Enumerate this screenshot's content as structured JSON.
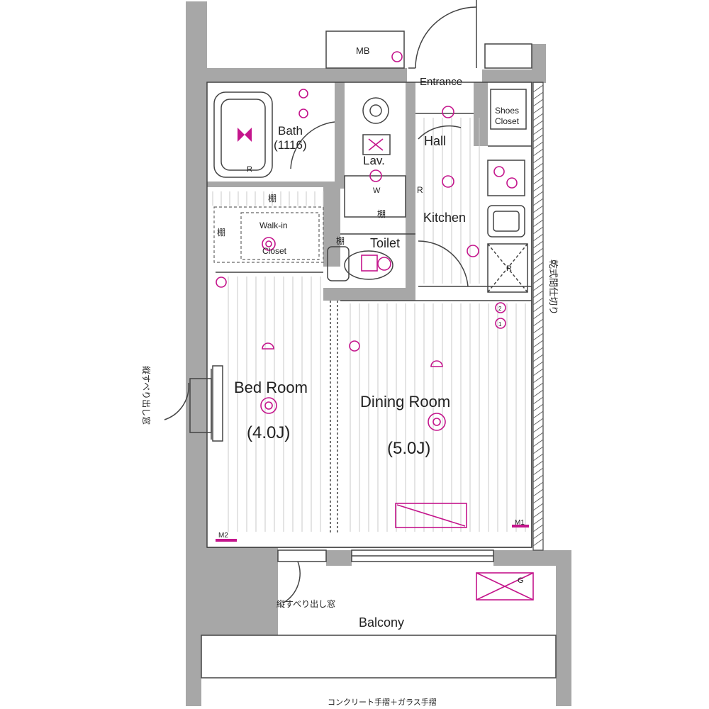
{
  "rooms": {
    "mb": "MB",
    "entrance": "Entrance",
    "shoes_closet_1": "Shoes",
    "shoes_closet_2": "Closet",
    "bath": "Bath",
    "bath_size": "(1116)",
    "lav": "Lav.",
    "hall": "Hall",
    "kitchen": "Kitchen",
    "walkin_1": "Walk-in",
    "walkin_2": "Closet",
    "shelf": "棚",
    "toilet": "Toilet",
    "bed_room": "Bed Room",
    "bed_size": "(4.0J)",
    "dining_room": "Dining Room",
    "dining_size": "(5.0J)",
    "balcony": "Balcony",
    "washer": "W"
  },
  "notes": {
    "partition": "乾式間仕切り",
    "window_side": "縦すべり出し窓",
    "window_bottom": "縦すべり出し窓",
    "railing": "コンクリート手摺＋ガラス手摺"
  },
  "markers": {
    "m1": "M1",
    "m2": "M2",
    "r": "R",
    "g": "G",
    "two": "2",
    "one": "1"
  },
  "colors": {
    "wall": "#a7a7a7",
    "electrical": "#c4158c",
    "line": "#444444"
  }
}
